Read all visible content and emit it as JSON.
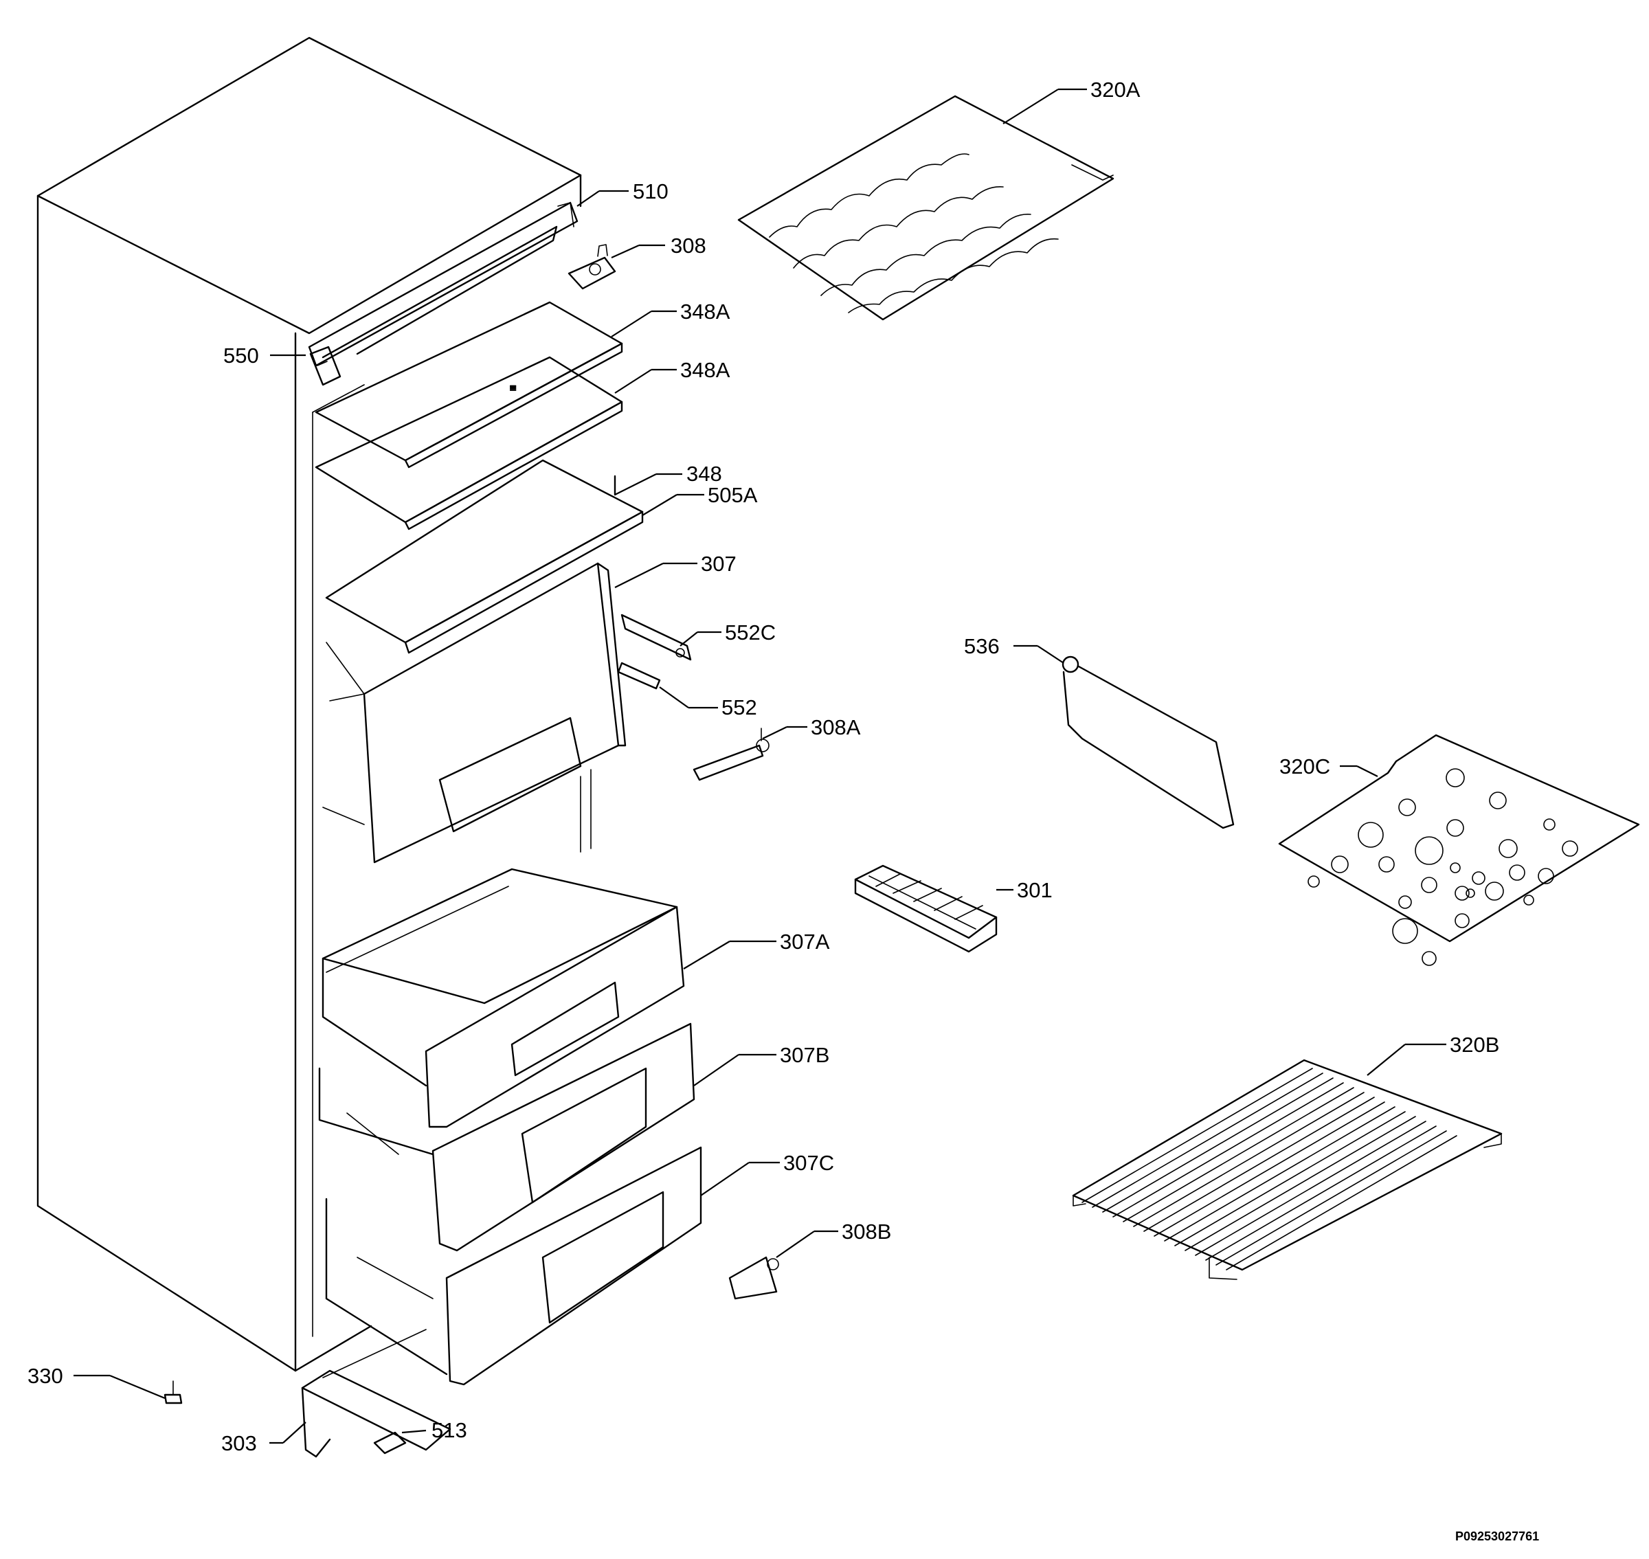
{
  "diagram": {
    "callouts": [
      {
        "id": "510",
        "label": "510"
      },
      {
        "id": "308",
        "label": "308"
      },
      {
        "id": "348A-1",
        "label": "348A"
      },
      {
        "id": "550",
        "label": "550"
      },
      {
        "id": "348A-2",
        "label": "348A"
      },
      {
        "id": "348",
        "label": "348"
      },
      {
        "id": "505A",
        "label": "505A"
      },
      {
        "id": "307",
        "label": "307"
      },
      {
        "id": "552C",
        "label": "552C"
      },
      {
        "id": "552",
        "label": "552"
      },
      {
        "id": "308A",
        "label": "308A"
      },
      {
        "id": "307A",
        "label": "307A"
      },
      {
        "id": "307B",
        "label": "307B"
      },
      {
        "id": "307C",
        "label": "307C"
      },
      {
        "id": "308B",
        "label": "308B"
      },
      {
        "id": "330",
        "label": "330"
      },
      {
        "id": "303",
        "label": "303"
      },
      {
        "id": "513",
        "label": "513"
      },
      {
        "id": "320A",
        "label": "320A"
      },
      {
        "id": "536",
        "label": "536"
      },
      {
        "id": "320C",
        "label": "320C"
      },
      {
        "id": "301",
        "label": "301"
      },
      {
        "id": "320B",
        "label": "320B"
      }
    ],
    "document_id": "P09253027761"
  }
}
